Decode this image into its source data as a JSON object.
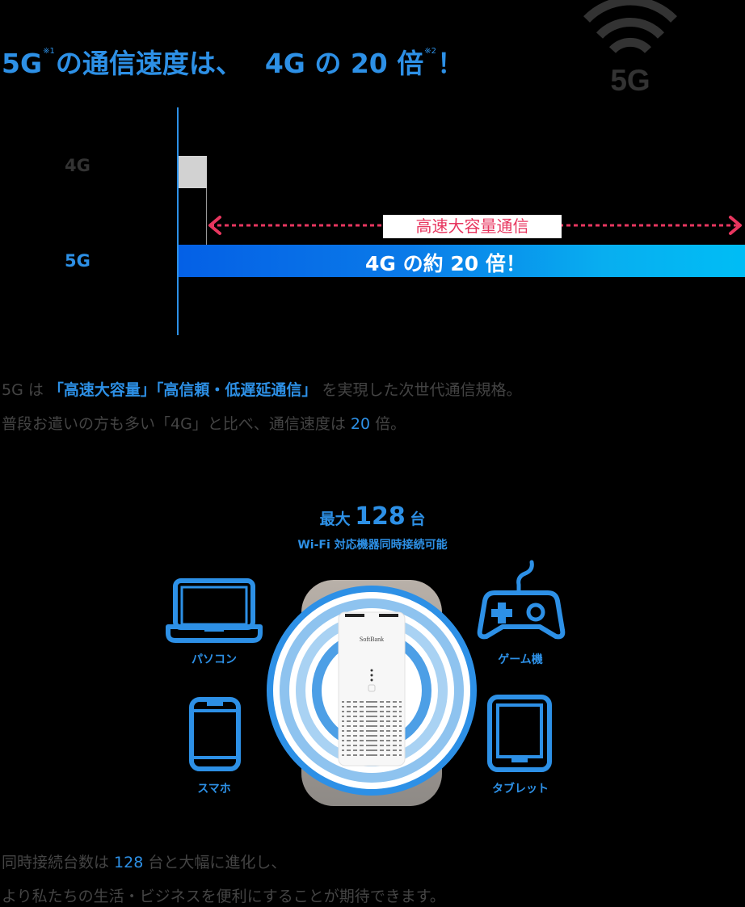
{
  "headline": {
    "part1": "5G",
    "note1": "※1",
    "part2": "の通信速度は、",
    "part3": "4G の 20 倍",
    "note2": "※2",
    "part4": "！"
  },
  "badge": {
    "label": "5G",
    "icon": "wifi-signal-icon",
    "color": "#333333"
  },
  "chart_data": {
    "type": "bar",
    "orientation": "horizontal",
    "title": "5Gの通信速度は、4Gの20倍！",
    "categories": [
      "4G",
      "5G"
    ],
    "values": [
      1,
      20
    ],
    "unit": "relative speed (4G = 1)",
    "colors": {
      "4G": "#d2d2d2",
      "5G": "#0a7ae8"
    },
    "bar_label": "4G の約 20 倍！",
    "annotation": {
      "text": "高速大容量通信",
      "type": "double-arrow",
      "color": "#e8365f",
      "from": 1,
      "to": 20
    },
    "grid": false,
    "legend": "none"
  },
  "chart": {
    "label_4g": "4G",
    "label_5g": "5G",
    "bar_5g_text": "4G の約 20 倍！",
    "arrow_text": "高速大容量通信"
  },
  "description": {
    "line1_a": "5G は ",
    "line1_hl1": "「高速大容量」「高信頼・低遅延通信」",
    "line1_b": " を実現した次世代通信規格。",
    "line2_a": "普段お遣いの方も多い「4G」と比べ、通信速度は ",
    "line2_hl": "20",
    "line2_b": " 倍。"
  },
  "connections": {
    "title_small1": "最大",
    "title_number": "128",
    "title_small2": "台",
    "subtitle": "Wi-Fi 対応機器同時接続可能",
    "devices": [
      {
        "label": "パソコン",
        "icon": "laptop-icon"
      },
      {
        "label": "ゲーム機",
        "icon": "game-controller-icon"
      },
      {
        "label": "スマホ",
        "icon": "smartphone-icon"
      },
      {
        "label": "タブレット",
        "icon": "tablet-icon"
      }
    ],
    "router_brand": "SoftBank"
  },
  "summary": {
    "line1_a": "同時接続台数は ",
    "line1_hl": "128",
    "line1_b": " 台と大幅に進化し、",
    "line2": "より私たちの生活・ビジネスを便利にすることが期待できます。"
  },
  "colors": {
    "accent": "#2d90e6",
    "pink": "#e8365f",
    "text": "#444444",
    "background": "#000000"
  }
}
